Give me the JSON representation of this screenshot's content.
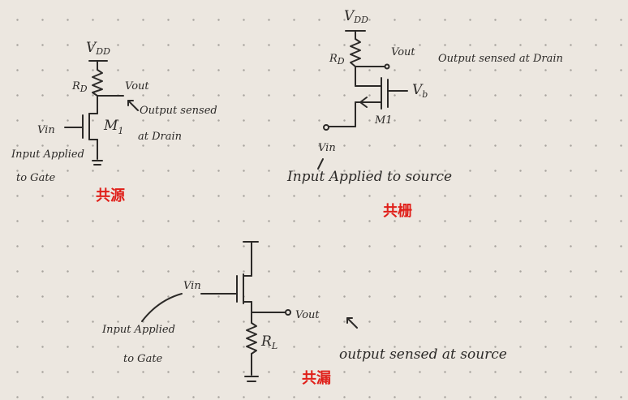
{
  "circuits": {
    "common_source": {
      "vdd": "V",
      "vdd_sub": "DD",
      "r_d": "R",
      "r_d_sub": "D",
      "vout": "Vout",
      "vin": "Vin",
      "m": "M",
      "m_sub": "1",
      "output_line1": "Output sensed",
      "output_line2": "at Drain",
      "input_line1": "Input Applied",
      "input_line2": "to Gate",
      "title_cn": "共源"
    },
    "common_gate": {
      "vdd": "V",
      "vdd_sub": "DD",
      "r_d": "R",
      "r_d_sub": "D",
      "vout": "Vout",
      "output_text": "Output sensed at Drain",
      "vb": "V",
      "vb_sub": "b",
      "m": "M1",
      "vin": "Vin",
      "input_text": "Input Applied to source",
      "title_cn": "共栅"
    },
    "common_drain": {
      "vin": "Vin",
      "vout": "Vout",
      "r_l": "R",
      "r_l_sub": "L",
      "input_line1": "Input Applied",
      "input_line2": "to Gate",
      "output_text": "output sensed at source",
      "title_cn": "共漏"
    }
  }
}
